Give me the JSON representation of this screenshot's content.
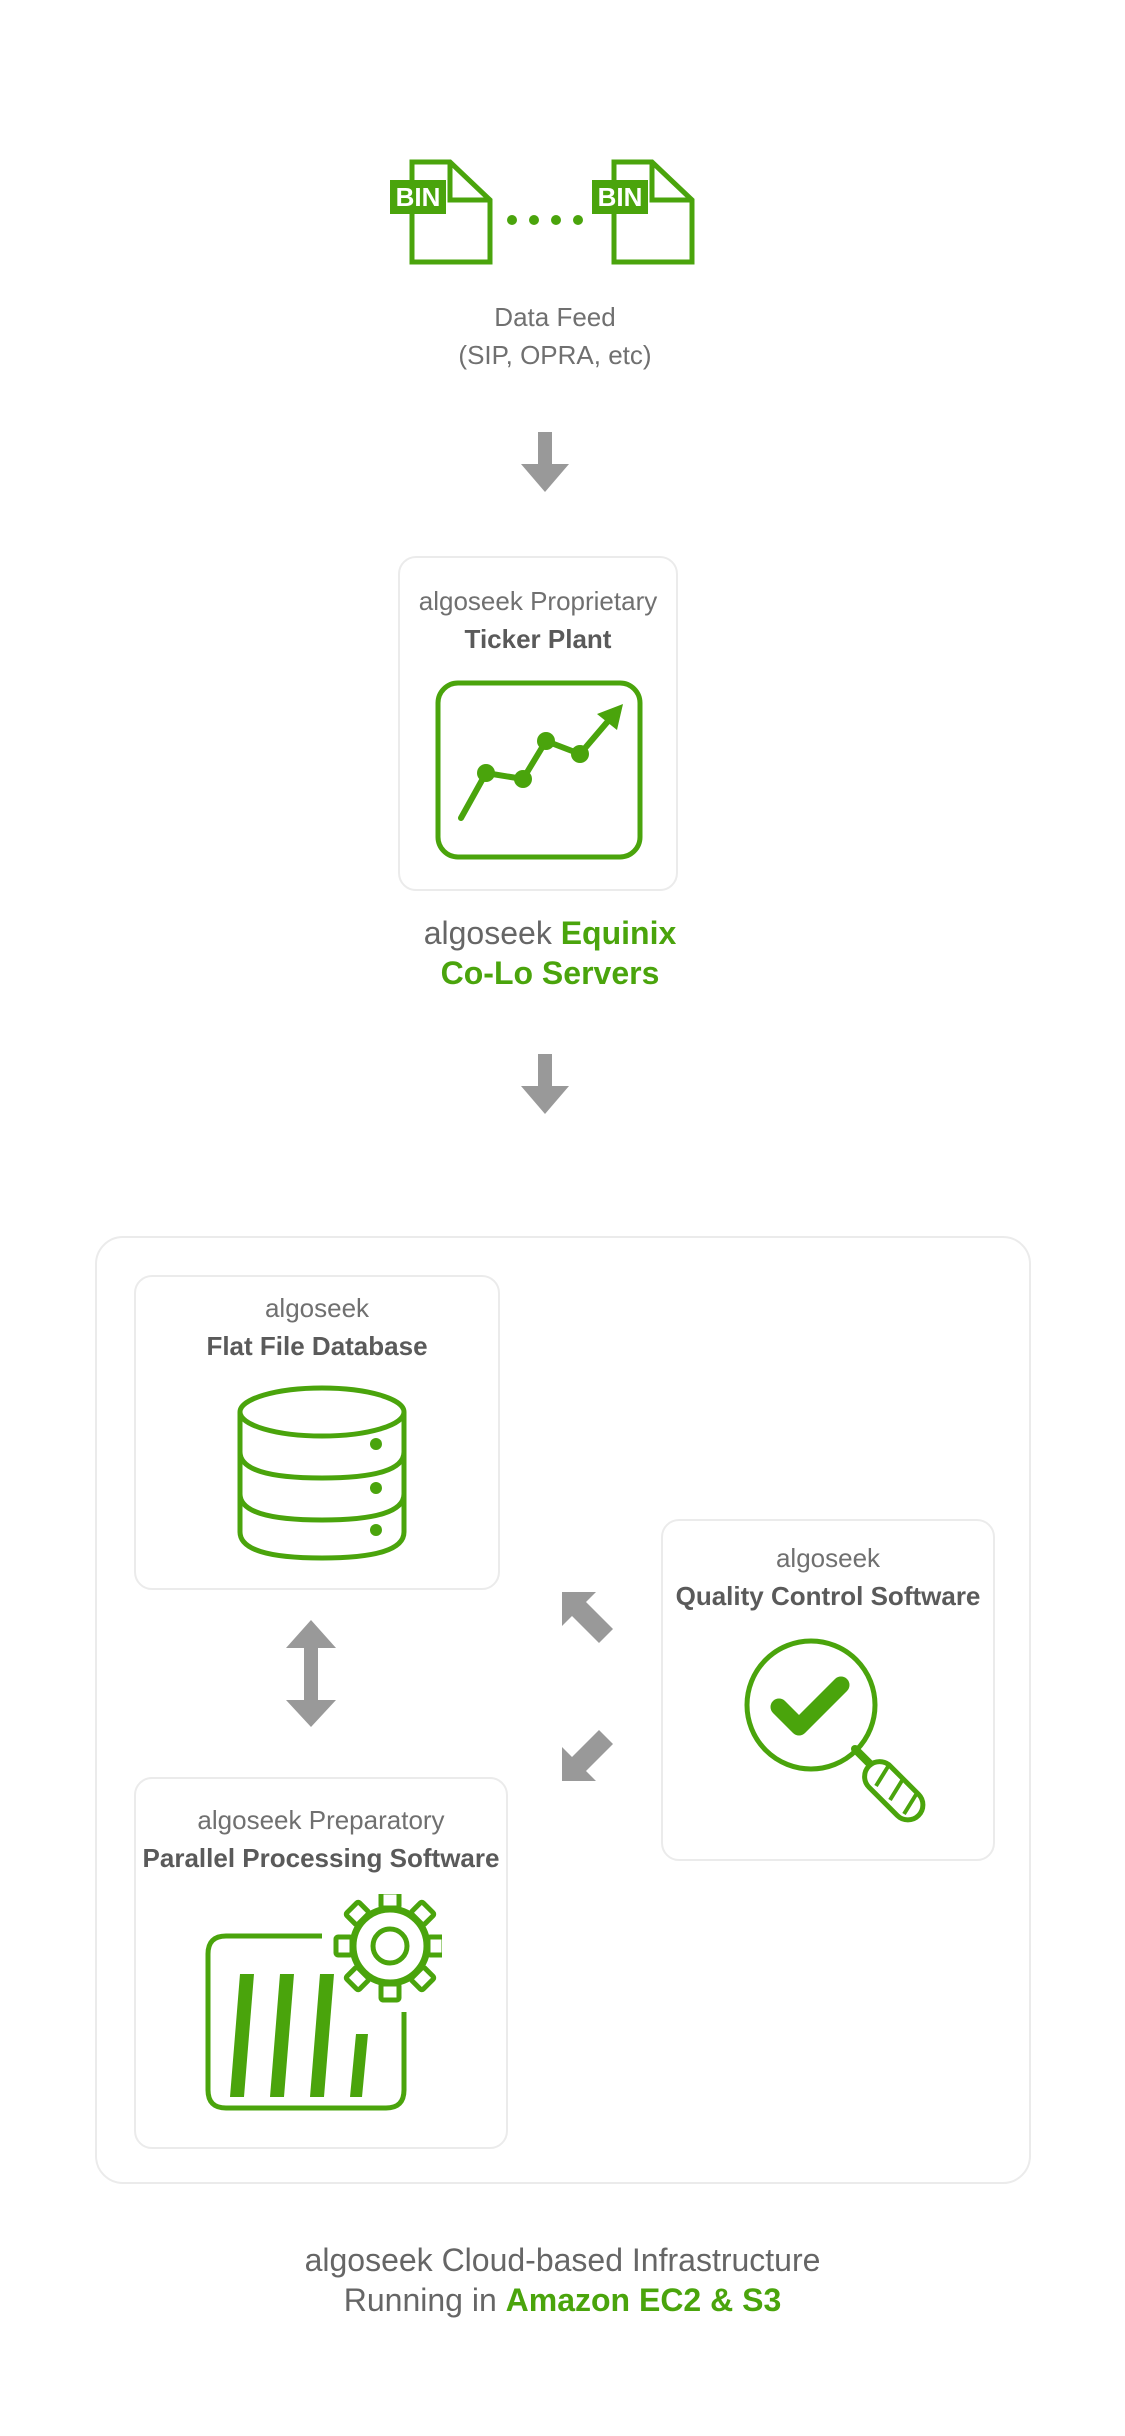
{
  "data_feed": {
    "file_badge_left": "BIN",
    "file_badge_right": "BIN",
    "label_line1": "Data Feed",
    "label_line2": "(SIP, OPRA, etc)"
  },
  "ticker_plant": {
    "line1": "algoseek Proprietary",
    "line2": "Ticker Plant"
  },
  "colo": {
    "prefix": "algoseek",
    "highlight_line1": "Equinix",
    "highlight_line2": "Co-Lo Servers"
  },
  "flat_file_db": {
    "line1": "algoseek",
    "line2": "Flat File Database"
  },
  "quality_control": {
    "line1": "algoseek",
    "line2": "Quality Control Software"
  },
  "parallel_processing": {
    "line1": "algoseek Preparatory",
    "line2": "Parallel Processing Software"
  },
  "cloud": {
    "line1": "algoseek Cloud-based Infrastructure",
    "line2_prefix": "Running in",
    "line2_highlight": "Amazon EC2 & S3"
  },
  "colors": {
    "accent_green": "#4aa40c",
    "arrow_grey": "#999999",
    "border_grey": "#ebebeb",
    "text_grey": "#666666"
  },
  "icons": [
    "bin-file-icon",
    "ellipsis-dots-icon",
    "arrow-down-icon",
    "line-chart-icon",
    "database-icon",
    "checkmark-magnifier-icon",
    "bar-gear-icon",
    "arrow-double-vertical-icon",
    "arrow-diagonal-icon"
  ]
}
